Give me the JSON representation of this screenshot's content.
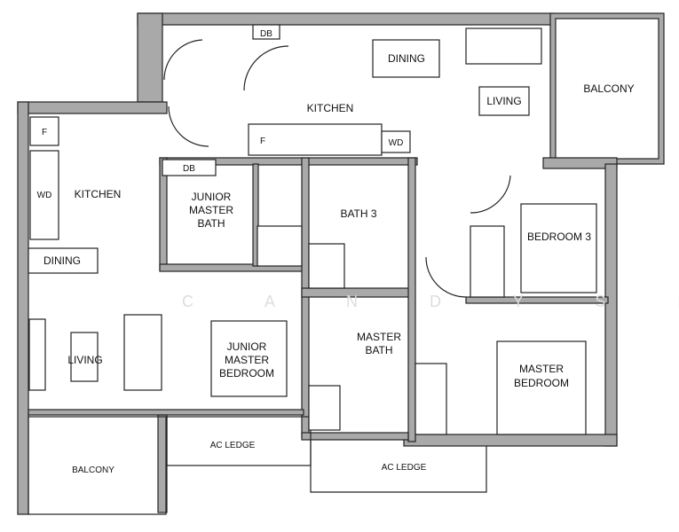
{
  "watermark": "CANDYSPECK",
  "labels": {
    "db_top": "DB",
    "dining_right": "DINING",
    "kitchen_right": "KITCHEN",
    "living_right": "LIVING",
    "balcony_right": "BALCONY",
    "fridge_right": "F",
    "wd_right": "WD",
    "fridge_left": "F",
    "wd_left": "WD",
    "kitchen_left": "KITCHEN",
    "db_left": "DB",
    "junior_bath_1": "JUNIOR",
    "junior_bath_2": "MASTER",
    "junior_bath_3": "BATH",
    "bath3": "BATH 3",
    "bedroom3": "BEDROOM 3",
    "dining_left": "DINING",
    "living_left": "LIVING",
    "jmb_1": "JUNIOR",
    "jmb_2": "MASTER",
    "jmb_3": "BEDROOM",
    "master_bath_1": "MASTER",
    "master_bath_2": "BATH",
    "master_bed_1": "MASTER",
    "master_bed_2": "BEDROOM",
    "balcony_left": "BALCONY",
    "ac_ledge_1": "AC LEDGE",
    "ac_ledge_2": "AC LEDGE"
  }
}
